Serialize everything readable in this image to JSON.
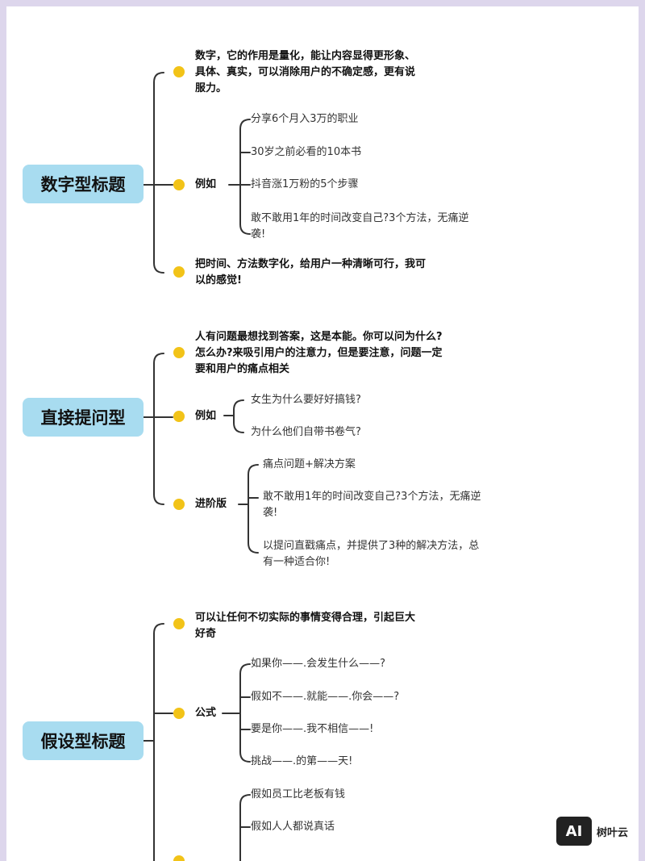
{
  "sections": [
    {
      "title": "数字型标题",
      "desc": [
        "数字，它的作用是量化，能让内容显得更形象、",
        "具体、真实，可以消除用户的不确定感，更有说",
        "服力。"
      ],
      "branch1_label": "例如",
      "branch1_items": [
        [
          "分享6个月入3万的职业"
        ],
        [
          "30岁之前必看的10本书"
        ],
        [
          "抖音涨1万粉的5个步骤"
        ],
        [
          "敢不敢用1年的时间改变自己?3个方法，无痛逆",
          "袭!"
        ]
      ],
      "tail": [
        "把时间、方法数字化，给用户一种清晰可行，我可",
        "以的感觉!"
      ]
    },
    {
      "title": "直接提问型",
      "desc": [
        "人有问题最想找到答案，这是本能。你可以问为什么?",
        "怎么办?来吸引用户的注意力，但是要注意，问题一定",
        "要和用户的痛点相关"
      ],
      "branch1_label": "例如",
      "branch1_items": [
        [
          "女生为什么要好好搞钱?"
        ],
        [
          "为什么他们自带书卷气?"
        ]
      ],
      "branch2_label": "进阶版",
      "branch2_items": [
        [
          "痛点问题+解决方案"
        ],
        [
          "敢不敢用1年的时间改变自己?3个方法，无痛逆",
          "袭!"
        ],
        [
          "以提问直戳痛点，并提供了3种的解决方法，总",
          "有一种适合你!"
        ]
      ]
    },
    {
      "title": "假设型标题",
      "desc": [
        "可以让任何不切实际的事情变得合理，引起巨大",
        "好奇"
      ],
      "branch1_label": "公式",
      "branch1_items": [
        [
          "如果你——.会发生什么——?"
        ],
        [
          "假如不——.就能——.你会——?"
        ],
        [
          "要是你——.我不相信——!"
        ],
        [
          "挑战——.的第——天!"
        ]
      ],
      "branch2_items": [
        [
          "假如员工比老板有钱"
        ],
        [
          "假如人人都说真话"
        ]
      ]
    }
  ],
  "watermark": {
    "badge": "AI",
    "text": "树叶云"
  }
}
